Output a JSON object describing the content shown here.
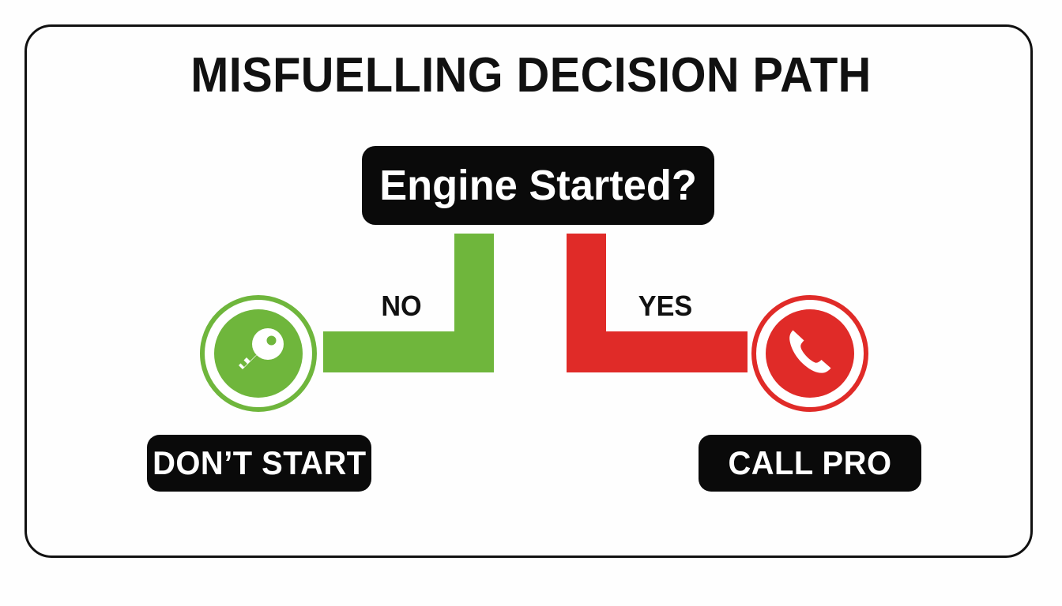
{
  "diagram": {
    "title": "MISFUELLING DECISION PATH",
    "decision": {
      "label": "Engine Started?",
      "node_type": "decision"
    },
    "branches": [
      {
        "label": "NO",
        "color": "#6fb63c",
        "icon": "key-icon",
        "outcome": "DON’T START"
      },
      {
        "label": "YES",
        "color": "#e02b28",
        "icon": "phone-icon",
        "outcome": "CALL PRO"
      }
    ],
    "colors": {
      "green": "#6fb63c",
      "red": "#e02b28",
      "black": "#0a0a0a",
      "background": "#fefefe",
      "border": "#111111"
    }
  }
}
